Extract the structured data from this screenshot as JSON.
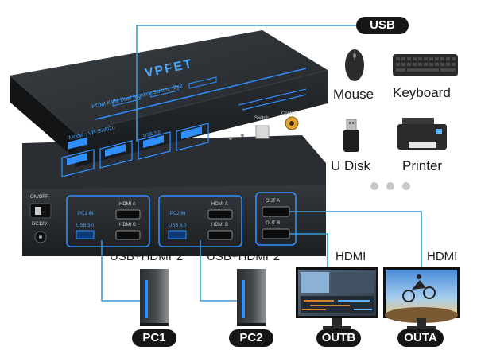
{
  "device": {
    "brand": "VPFET",
    "subtitle": "HDMI KVM Dual Monitor Switch · 2×2",
    "model": "Model : VP-SW020",
    "top_button_labels": [
      "USB 2.0"
    ],
    "switch_label": "Switch",
    "control_label": "Control",
    "rear_labels": {
      "on_off": "ON/OFF",
      "dc": "DC12V",
      "pc1_in": "PC1 IN",
      "pc2_in": "PC2 IN",
      "usb30_1": "USB 3.0",
      "usb30_2": "USB 3.0",
      "hdmi_a_1": "HDMI A",
      "hdmi_b_1": "HDMI B",
      "hdmi_a_2": "HDMI A",
      "hdmi_b_2": "HDMI B",
      "out_a": "OUT A",
      "out_b": "OUT B"
    }
  },
  "usb_badge": "USB",
  "peripherals": [
    {
      "label": "Mouse",
      "icon": "mouse-icon"
    },
    {
      "label": "Keyboard",
      "icon": "keyboard-icon"
    },
    {
      "label": "U Disk",
      "icon": "usb-drive-icon"
    },
    {
      "label": "Printer",
      "icon": "printer-icon"
    }
  ],
  "connections": {
    "pc1_cable": "USB+HDMI*2",
    "pc2_cable": "USB+HDMI*2",
    "outb_cable": "HDMI",
    "outa_cable": "HDMI"
  },
  "badges": {
    "pc1": "PC1",
    "pc2": "PC2",
    "outb": "OUTB",
    "outa": "OUTA"
  },
  "colors": {
    "accent_blue": "#2f8fff",
    "device_dark": "#1e2124",
    "line_blue": "#3a9ad9",
    "badge_dark": "#161616"
  }
}
